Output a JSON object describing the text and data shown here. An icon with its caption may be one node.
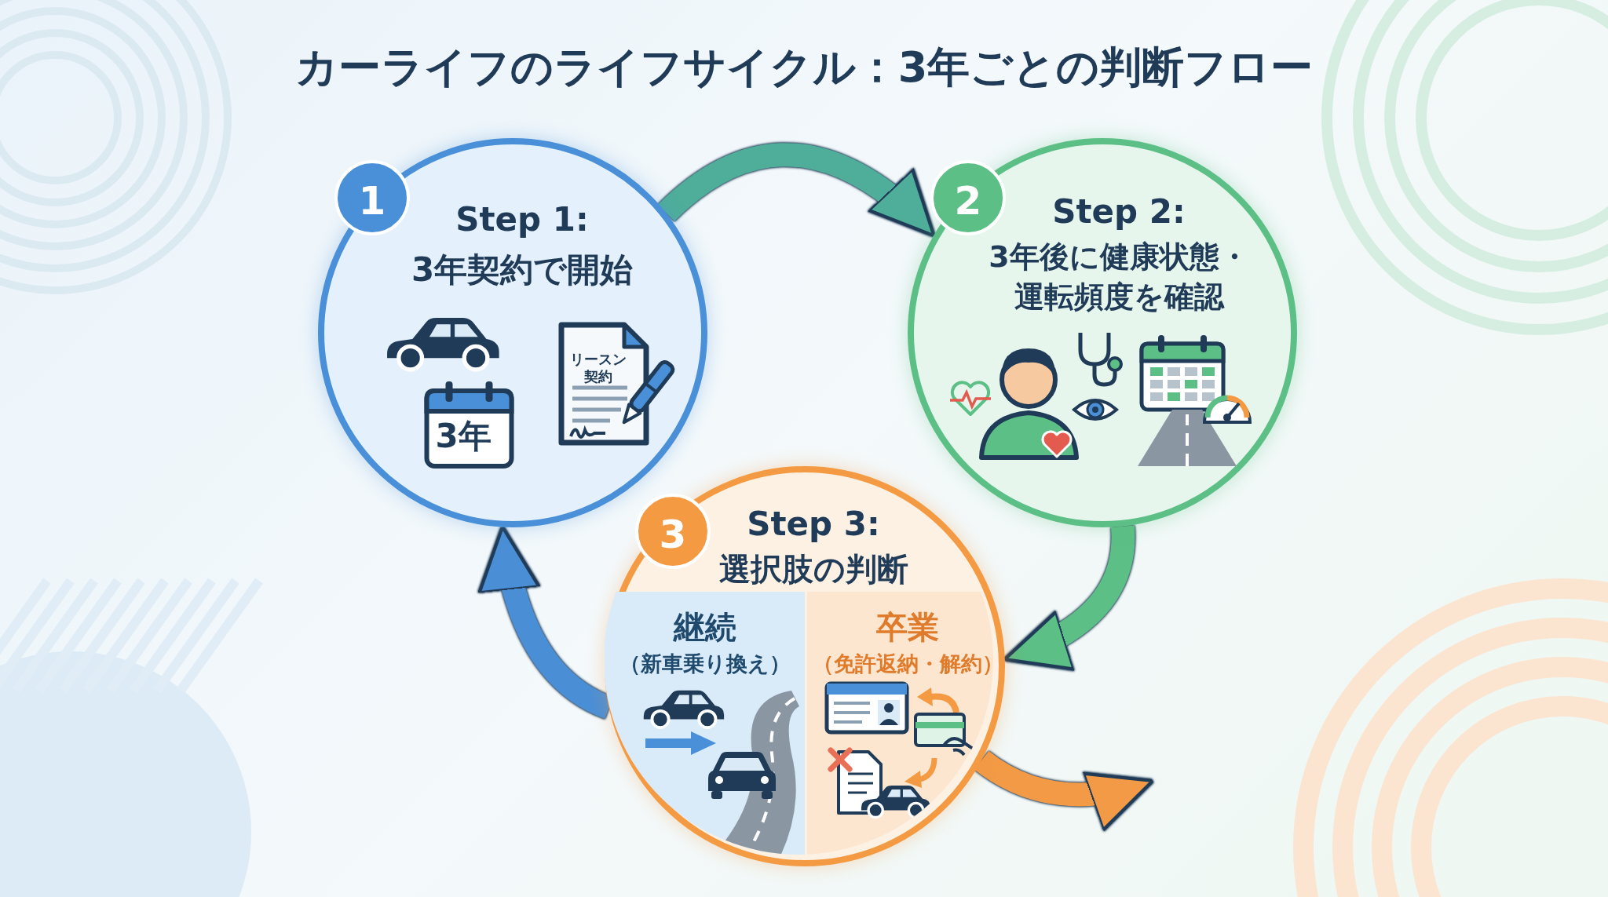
{
  "diagram": {
    "title": "カーライフのライフサイクル：3年ごとの判断フロー",
    "nodes": [
      {
        "text": [
          "1",
          "Step 1:",
          "3年契約で開始"
        ]
      },
      {
        "text": [
          "2",
          "Step 2:",
          "3年後に健康状態・運転頻度を確認"
        ]
      },
      {
        "text": [
          "3",
          "Step 3:",
          "選択肢の判断"
        ]
      },
      {
        "text": [
          "継続",
          "（新車乗り換え）"
        ],
        "in": 2
      },
      {
        "text": [
          "卒業",
          "（免許返納・解約）"
        ],
        "in": 2
      }
    ],
    "edges": [
      {
        "from": 0,
        "to": 1,
        "arrow": "to",
        "color": "#4fae9a"
      },
      {
        "from": 1,
        "to": 2,
        "arrow": "to",
        "color": "#5cbf85"
      },
      {
        "from": 2,
        "to": 0,
        "arrow": "to",
        "color": "#4a8fd6"
      },
      {
        "from": 2,
        "to": null,
        "arrow": "to",
        "color": "#f29a45"
      }
    ],
    "labels": [
      "3年",
      "リースン契約"
    ]
  }
}
